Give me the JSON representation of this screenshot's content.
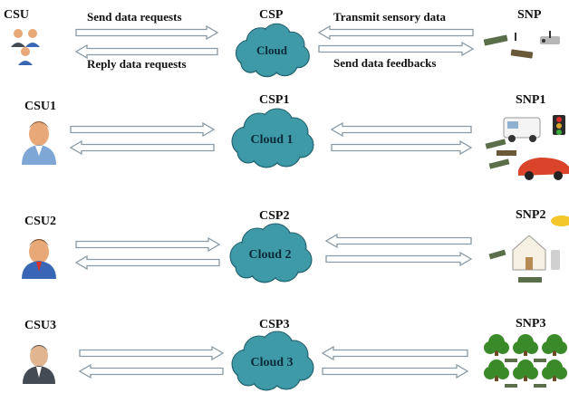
{
  "legend": {
    "csu": "CSU",
    "csp": "CSP",
    "cloud": "Cloud",
    "snp": "SNP",
    "send_requests": "Send data requests",
    "reply_requests": "Reply data requests",
    "transmit": "Transmit sensory data",
    "feedback": "Send data feedbacks"
  },
  "rows": [
    {
      "csu": "CSU1",
      "csp": "CSP1",
      "cloud": "Cloud 1",
      "snp": "SNP1"
    },
    {
      "csu": "CSU2",
      "csp": "CSP2",
      "cloud": "Cloud 2",
      "snp": "SNP2"
    },
    {
      "csu": "CSU3",
      "csp": "CSP3",
      "cloud": "Cloud 3",
      "snp": "SNP3"
    }
  ],
  "colors": {
    "cloud_fill": "#3f9aa8",
    "cloud_edge": "#1f5f6a",
    "arrow_fill": "#ffffff",
    "arrow_edge": "#8a9aa6",
    "user_skin": "#e8a877",
    "user_blue": "#3a67b5",
    "user_dark": "#444b55",
    "tree": "#3b8a2a"
  },
  "icons": {
    "csu_group": "user-group-icon",
    "csu1": "user-icon",
    "csu2": "user-manager-icon",
    "csu3": "user-business-icon",
    "snp_sensors": "sensor-nodes-icon",
    "snp1": "vehicle-sensors-icon",
    "snp2": "home-sensors-icon",
    "snp3": "forest-sensors-icon"
  }
}
